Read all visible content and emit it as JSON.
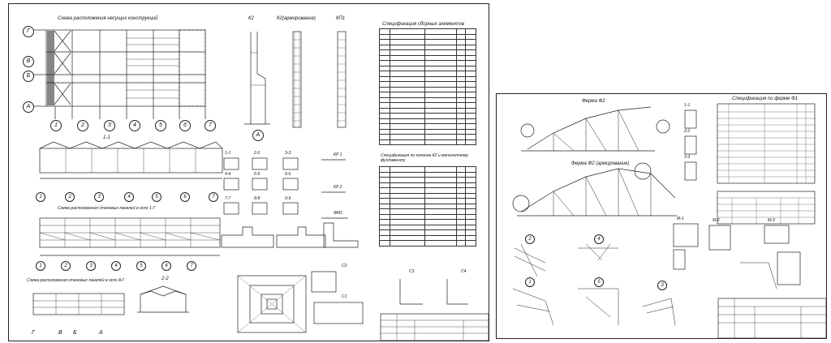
{
  "sheet1": {
    "plan_title": "Схема расположения несущих конструкций",
    "plan_rows": [
      "Г",
      "В",
      "Б",
      "А"
    ],
    "plan_cols": [
      "1",
      "2",
      "3",
      "4",
      "5",
      "6",
      "7"
    ],
    "section_11": "1-1",
    "wall_panels_title": "Схема расположения стеновых панелей в осях 1-7",
    "wall_panels_title_2": "Схема расположения стеновых панелей в осях А-Г",
    "bottom_axes": [
      "Г",
      "В",
      "Б",
      "А"
    ],
    "section_22": "2-2",
    "k2": "К2",
    "k2_armatura": "К2(армирование)",
    "kp1_top": "КП1",
    "axis_a": "А",
    "spec_title": "Спецификация сборных элементов",
    "spec_col_title": "Спецификация по колонне К2 и монолитному фундаменту",
    "sections": [
      "1-1",
      "2-2",
      "3-3",
      "4-4",
      "5-5",
      "6-6",
      "7-7",
      "8-8",
      "9-9"
    ],
    "kp_labels": [
      "КР 1",
      "КР 2",
      "ФМ1"
    ],
    "s_labels": [
      "С1",
      "С2",
      "С3",
      "С4"
    ]
  },
  "sheet2": {
    "truss_f2": "Ферма Ф2",
    "truss_f2_arm": "Ферма Ф2 (армирование)",
    "spec_f1": "Спецификация по ферме Ф1",
    "sections": [
      "1-1",
      "2-2",
      "3-3"
    ],
    "nodes": [
      "1",
      "2",
      "3",
      "4",
      "5"
    ],
    "mn": [
      "М-1",
      "М-2",
      "М-3"
    ]
  }
}
